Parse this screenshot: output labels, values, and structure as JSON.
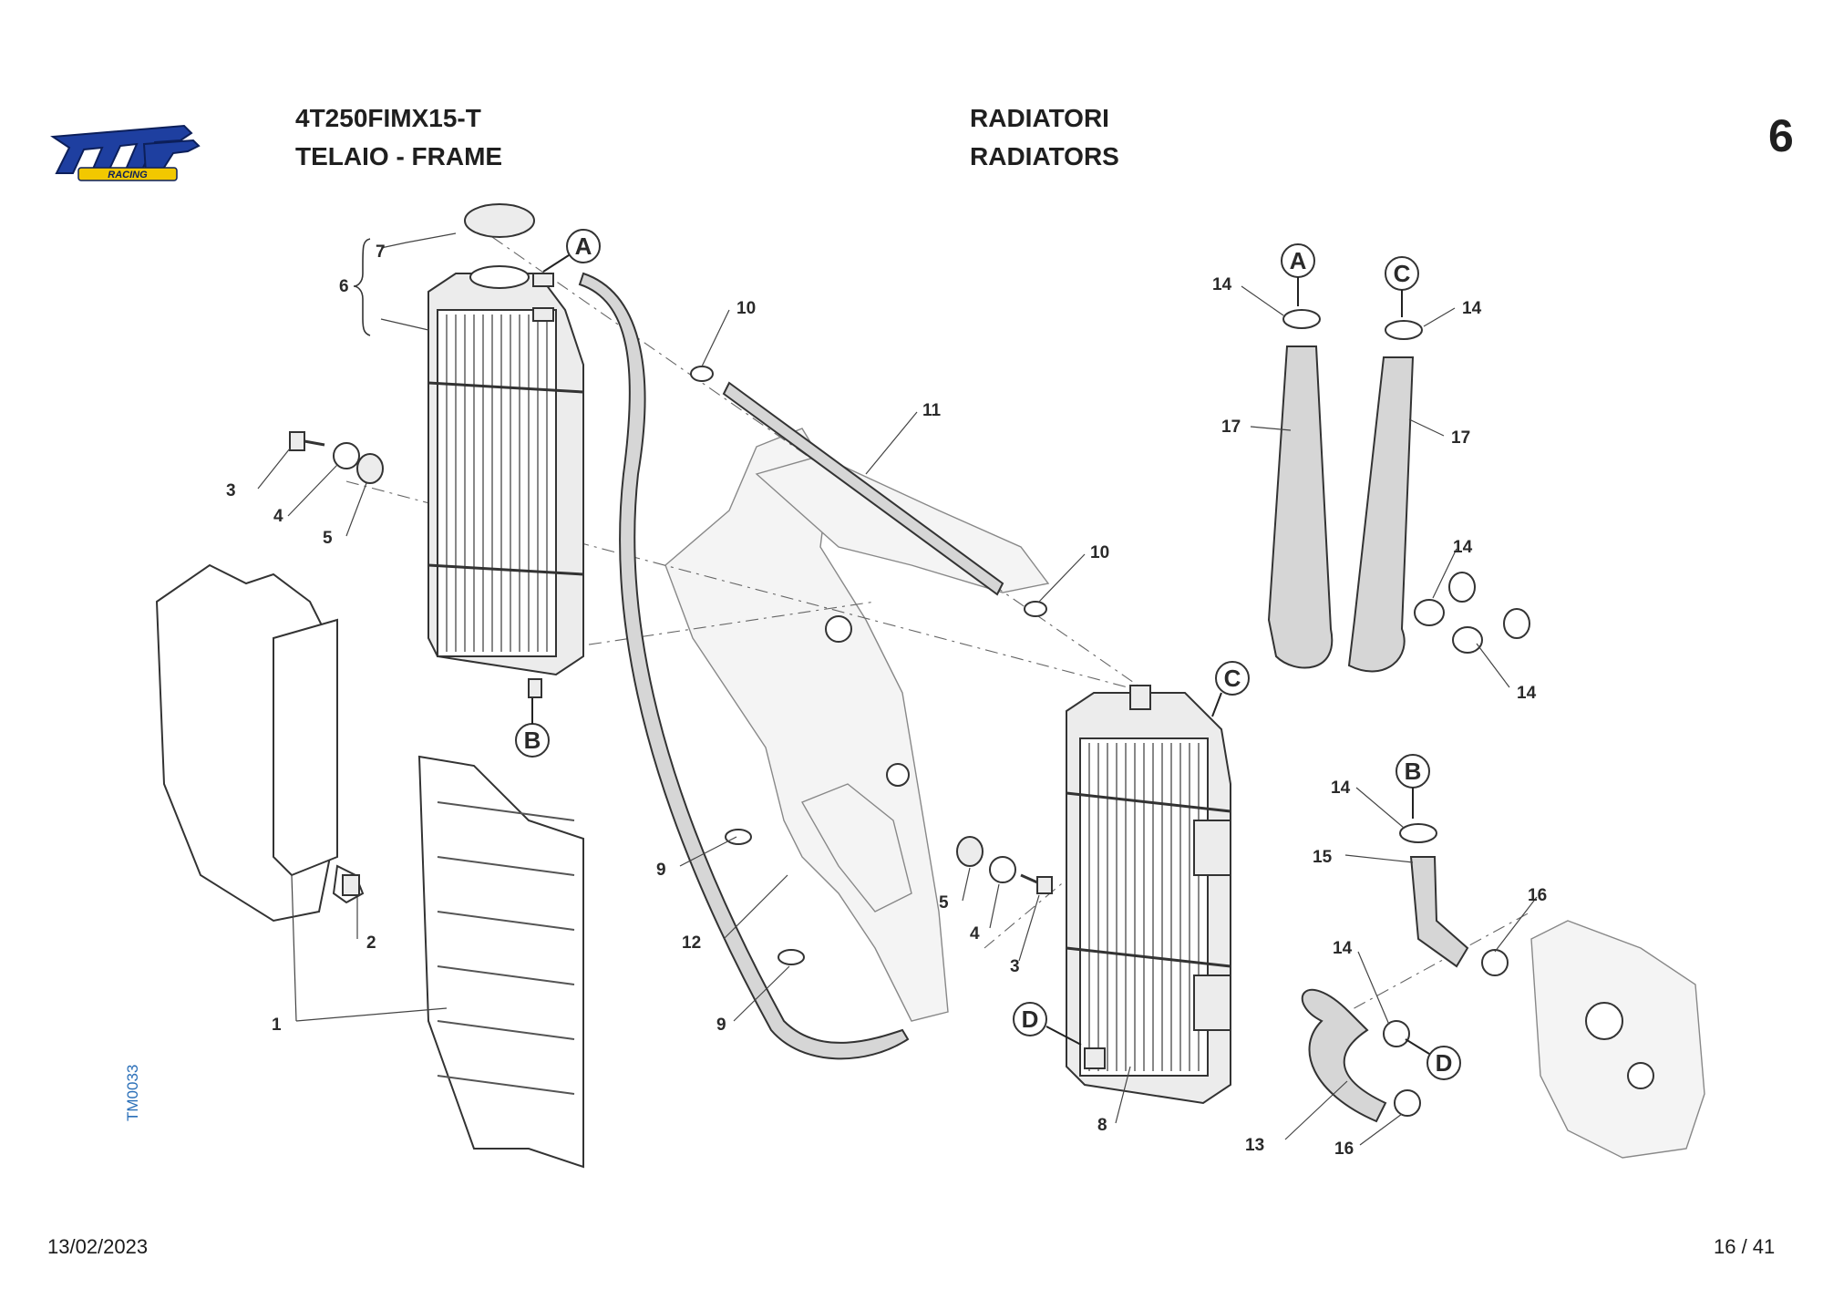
{
  "header": {
    "model": "4T250FIMX15-T",
    "section": "TELAIO - FRAME",
    "group_it": "RADIATORI",
    "group_en": "RADIATORS",
    "page_number": "6"
  },
  "logo": {
    "brand": "tm",
    "sub": "RACING",
    "colors": {
      "main": "#1e3fa0",
      "sub": "#f2c800"
    }
  },
  "drawing_code": "TM0033",
  "footer": {
    "date": "13/02/2023",
    "pages": "16 / 41"
  },
  "diagram": {
    "connectors": [
      "A",
      "B",
      "C",
      "D"
    ],
    "callouts": [
      "7",
      "6",
      "1",
      "2",
      "3",
      "4",
      "5",
      "9",
      "12",
      "9",
      "10",
      "11",
      "10",
      "5",
      "4",
      "3",
      "8",
      "14",
      "14",
      "17",
      "17",
      "14",
      "14",
      "14",
      "15",
      "16",
      "14",
      "13",
      "16"
    ]
  }
}
